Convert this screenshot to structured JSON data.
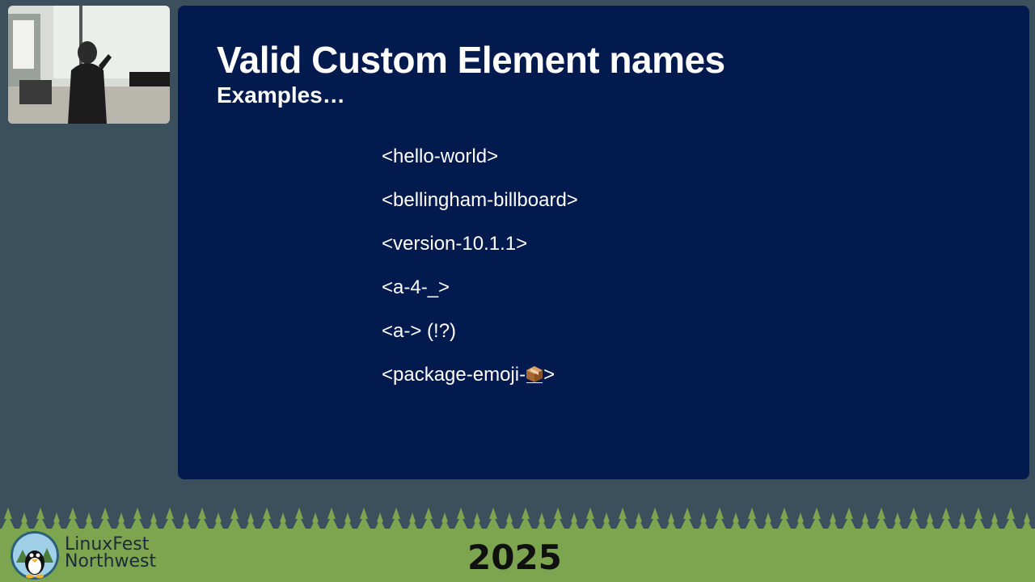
{
  "slide": {
    "title": "Valid Custom Element names",
    "subtitle": "Examples…",
    "examples": [
      "<hello-world>",
      "<bellingham-billboard>",
      "<version-10.1.1>",
      "<a-4-_>",
      "<a-> (!?)",
      "<package-emoji-"
    ],
    "example_suffix": ">",
    "emoji_icon": "package-emoji-icon"
  },
  "footer": {
    "logo_line1": "LinuxFest",
    "logo_line2": "Northwest",
    "year": "2025"
  },
  "colors": {
    "background": "#3b4f5c",
    "slide": "#031a4e",
    "forest": "#7da550",
    "text": "#ffffff"
  }
}
